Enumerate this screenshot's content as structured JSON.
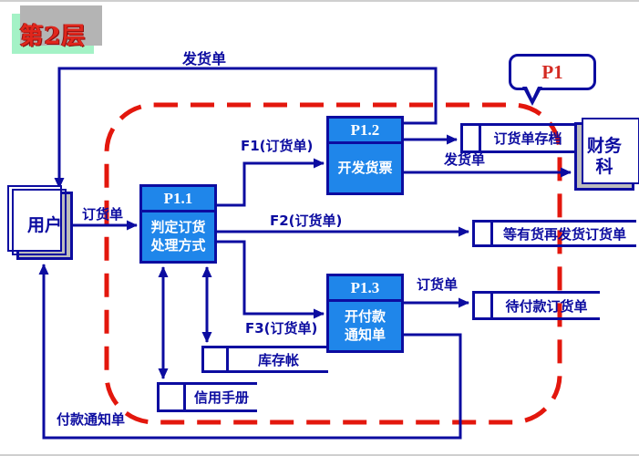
{
  "title": "第2层",
  "callout": "P1",
  "entities": {
    "user": {
      "name": "用户"
    },
    "finance": {
      "lines": [
        "财务",
        "科"
      ]
    }
  },
  "processes": {
    "p11": {
      "id": "P1.1",
      "lines": [
        "判定订货",
        "处理方式"
      ]
    },
    "p12": {
      "id": "P1.2",
      "lines": [
        "开发货票"
      ]
    },
    "p13": {
      "id": "P1.3",
      "lines": [
        "开付款",
        "通知单"
      ]
    }
  },
  "stores": {
    "order_archive": "订货单存档",
    "wait_goods": "等有货再发货订货单",
    "pending_payment": "待付款订货单",
    "inventory": "库存帐",
    "credit_manual": "信用手册"
  },
  "flows": {
    "shipping_top": "发货单",
    "order_from_user": "订货单",
    "f1": "F1(订货单)",
    "f2": "F2(订货单)",
    "f3": "F3(订货单)",
    "shipping_to_finance": "发货单",
    "order_to_pending": "订货单",
    "payment_notice": "付款通知单"
  },
  "colors": {
    "line_navy": "#0c0ca0",
    "process_fill": "#1f86ea",
    "entity_fill": "#bcbcbc",
    "boundary_red": "#e3170d",
    "title_green": "#a4f2c6",
    "title_red": "#e0261c"
  }
}
